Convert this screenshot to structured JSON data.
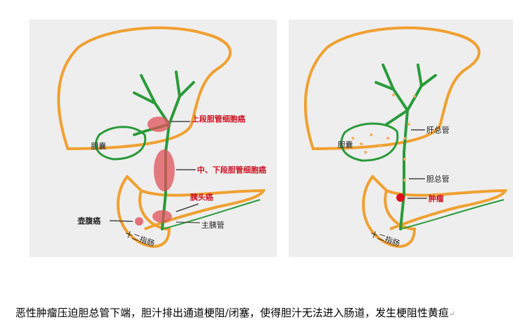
{
  "left_panel": {
    "labels": {
      "upper_bile_duct_cancer": "上段胆管细胞癌",
      "mid_lower_bile_duct_cancer": "中、下段胆管细胞癌",
      "pancreatic_head_cancer": "胰头癌",
      "ampullary_cancer": "壶腹癌",
      "gallbladder": "胆囊",
      "main_pancreatic_duct": "主胰管",
      "duodenum": "十二指肠"
    }
  },
  "right_panel": {
    "labels": {
      "gallbladder": "胆囊",
      "common_hepatic_duct": "肝总管",
      "common_bile_duct": "胆总管",
      "tumor": "肿瘤",
      "duodenum": "十二指肠"
    }
  },
  "caption": "恶性肿瘤压迫胆总管下端，胆汁排出通道梗阻/闭塞，使得胆汁无法进入肠道，发生梗阻性黄疸",
  "colors": {
    "liver_outline": "#f0a030",
    "bile_duct": "#2a9a3a",
    "tumor": "#e0505a",
    "label_red": "#cc1020",
    "label_dark": "#222222",
    "bile_dots": "#f0b060"
  }
}
